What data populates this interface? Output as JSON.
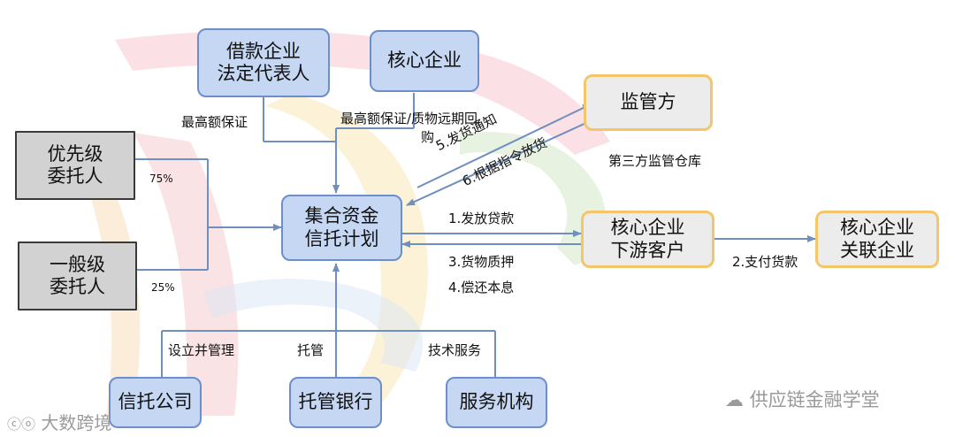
{
  "boxes": {
    "borrower_rep": "借款企业\n法定代表人",
    "core_enterprise": "核心企业",
    "supervisor": "监管方",
    "priority_trustor": "优先级\n委托人",
    "general_trustor": "一般级\n委托人",
    "trust_plan": "集合资金\n信托计划",
    "downstream_customer": "核心企业\n下游客户",
    "affiliate": "核心企业\n关联企业",
    "trust_company": "信托公司",
    "custodian_bank": "托管银行",
    "service_agency": "服务机构"
  },
  "labels": {
    "max_guarantee": "最高额保证",
    "max_guarantee_repurchase_1": "最高额保证/质物远期回",
    "max_guarantee_repurchase_2": "购",
    "third_party_warehouse": "第三方监管仓库",
    "priority_pct": "75%",
    "general_pct": "25%",
    "step1": "1.发放贷款",
    "step2": "2.支付货款",
    "step3": "3.货物质押",
    "step4": "4.偿还本息",
    "step5": "5.发货通知",
    "step6": "6.根据指令放货",
    "establish_manage": "设立并管理",
    "custody": "托管",
    "tech_service": "技术服务"
  },
  "watermarks": {
    "left": "大数跨境",
    "right": "供应链金融学堂"
  },
  "colors": {
    "line": "#6f8fbf",
    "blue_box": "#c5d7f2",
    "gray_box": "#d2d2d2",
    "beige_border": "#f4c66a"
  }
}
